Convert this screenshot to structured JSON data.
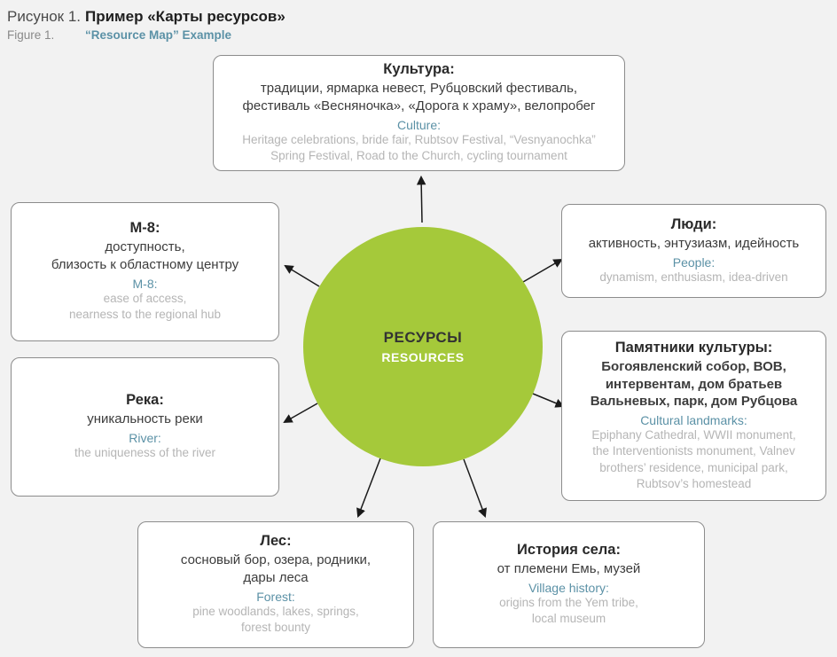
{
  "header": {
    "ru_prefix": "Рисунок 1.",
    "ru_title": "Пример «Карты ресурсов»",
    "en_prefix": "Figure 1.",
    "en_title": "“Resource Map” Example"
  },
  "center": {
    "title_ru": "РЕСУРСЫ",
    "title_en": "RESOURCES"
  },
  "colors": {
    "background": "#f2f2f2",
    "circle_green": "#a5c93a",
    "accent_teal": "#5b91a6",
    "box_border": "#8c8c8c",
    "english_body_gray": "#b5b5b5",
    "arrow": "#1a1a1a"
  },
  "nodes": [
    {
      "id": "culture",
      "ru_title": "Культура:",
      "ru_body": "традиции, ярмарка невест, Рубцовский фестиваль,\nфестиваль «Весняночка», «Дорога к храму», велопробег",
      "en_title": "Culture:",
      "en_body": "Heritage celebrations, bride fair, Rubtsov Festival, “Vesnyanochka”\nSpring Festival, Road to the Church, cycling tournament"
    },
    {
      "id": "m8",
      "ru_title": "М-8:",
      "ru_body": "доступность,\nблизость к областному центру",
      "en_title": "M-8:",
      "en_body": "ease of access,\nnearness to the regional hub"
    },
    {
      "id": "people",
      "ru_title": "Люди:",
      "ru_body": "активность, энтузиазм, идейность",
      "en_title": "People:",
      "en_body": "dynamism, enthusiasm, idea-driven"
    },
    {
      "id": "landmarks",
      "ru_title": "Памятники культуры:",
      "ru_body": "Богоявленский собор, ВОВ,\nинтервентам, дом братьев\nВальневых, парк, дом Рубцова",
      "en_title": "Cultural landmarks:",
      "en_body": "Epiphany Cathedral, WWII monument,\nthe Interventionists monument, Valnev\nbrothers’ residence, municipal park,\nRubtsov’s homestead"
    },
    {
      "id": "river",
      "ru_title": "Река:",
      "ru_body": "уникальность реки",
      "en_title": "River:",
      "en_body": "the uniqueness of the river"
    },
    {
      "id": "forest",
      "ru_title": "Лес:",
      "ru_body": "сосновый бор, озера, родники,\nдары леса",
      "en_title": "Forest:",
      "en_body": "pine woodlands, lakes, springs,\nforest bounty"
    },
    {
      "id": "history",
      "ru_title": "История села:",
      "ru_body": "от племени Емь, музей",
      "en_title": "Village history:",
      "en_body": "origins from the Yem tribe,\nlocal museum"
    }
  ]
}
